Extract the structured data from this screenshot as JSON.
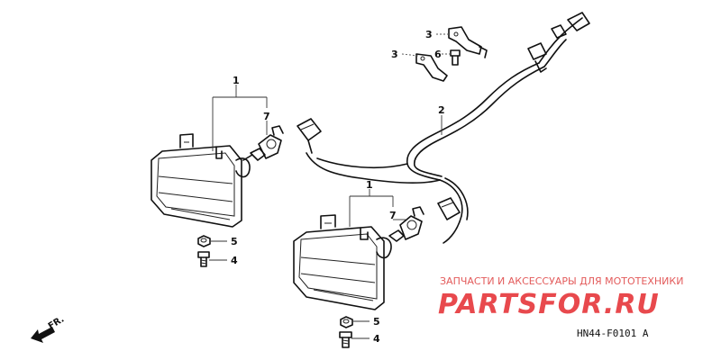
{
  "diagram": {
    "part_numbers": {
      "headlight": "1",
      "wire_harness": "2",
      "stay": "3",
      "screw": "4",
      "nut": "5",
      "bolt": "6",
      "bulb": "7"
    },
    "direction_label": "FR.",
    "diagram_code": "HN44-F0101 A"
  },
  "watermark": {
    "caption": "ЗАПЧАСТИ И АКСЕССУАРЫ ДЛЯ МОТОТЕХНИКИ",
    "brand": "PARTSFOR.RU",
    "color": "#e8494d"
  }
}
